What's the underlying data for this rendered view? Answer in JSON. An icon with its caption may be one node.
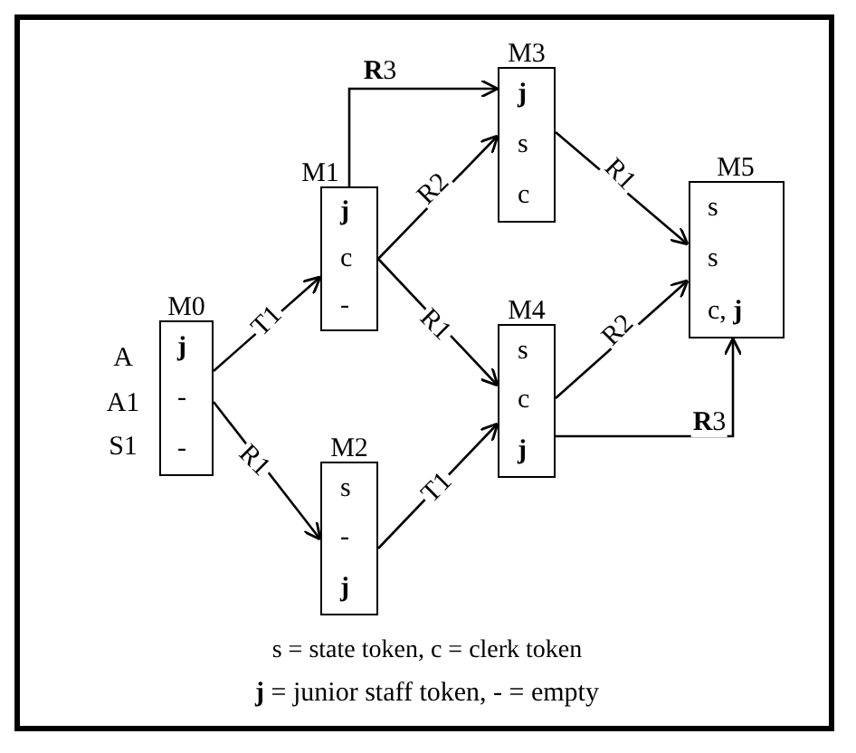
{
  "diagram": {
    "nodes": [
      {
        "text": [
          "M0",
          "**j**",
          "-",
          "-"
        ]
      },
      {
        "text": [
          "M1",
          "**j**",
          "c",
          "-"
        ]
      },
      {
        "text": [
          "M2",
          "s",
          "-",
          "**j**"
        ]
      },
      {
        "text": [
          "M3",
          "**j**",
          "s",
          "c"
        ]
      },
      {
        "text": [
          "M4",
          "s",
          "c",
          "**j**"
        ]
      },
      {
        "text": [
          "M5",
          "s",
          "s",
          "c, **j**"
        ]
      }
    ],
    "edges": [
      {
        "from": 0,
        "to": 1,
        "arrow": "to",
        "label": "T1"
      },
      {
        "from": 0,
        "to": 2,
        "arrow": "to",
        "label": "R1"
      },
      {
        "from": 1,
        "to": 3,
        "arrow": "to",
        "label": "**R**3"
      },
      {
        "from": 1,
        "to": 3,
        "arrow": "to",
        "label": "R2"
      },
      {
        "from": 1,
        "to": 4,
        "arrow": "to",
        "label": "R1"
      },
      {
        "from": 2,
        "to": 4,
        "arrow": "to",
        "label": "T1"
      },
      {
        "from": 3,
        "to": 5,
        "arrow": "to",
        "label": "R1"
      },
      {
        "from": 4,
        "to": 5,
        "arrow": "to",
        "label": "R2"
      },
      {
        "from": 4,
        "to": 5,
        "arrow": "to",
        "label": "**R**3"
      }
    ],
    "labels": [
      "A",
      "A1",
      "S1",
      "s = state token, c = clerk token",
      "**j** = junior staff token, - = empty"
    ]
  }
}
